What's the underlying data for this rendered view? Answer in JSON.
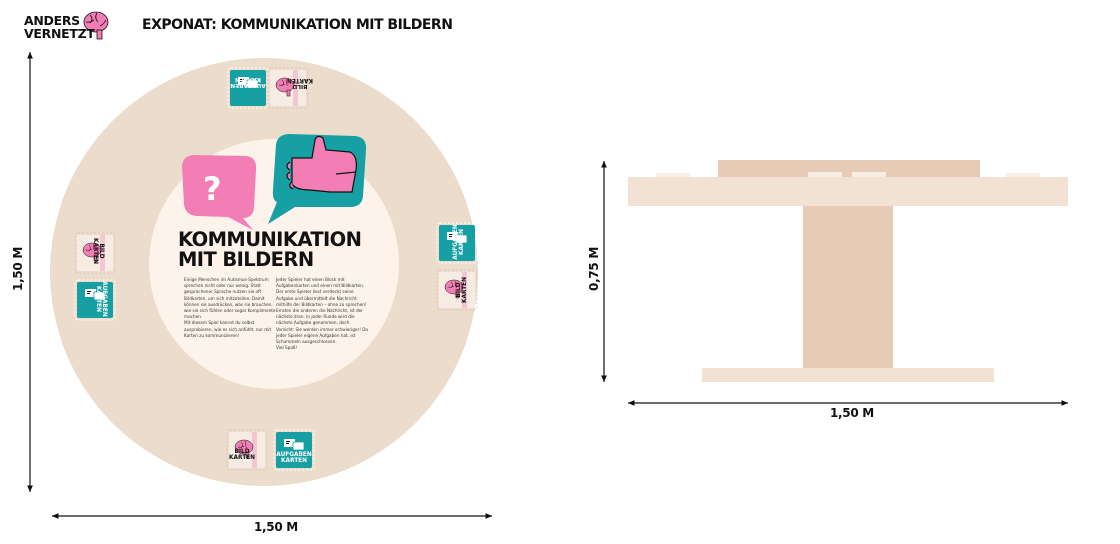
{
  "brand": {
    "line1": "ANDERS",
    "line2": "VERNETZT"
  },
  "title": "EXPONAT: KOMMUNIKATION MIT BILDERN",
  "dimensions": {
    "top_width": "1,50 M",
    "top_height": "1,50 M",
    "side_height": "0,75 M",
    "side_width": "1,50 M"
  },
  "poster": {
    "headline_1": "KOMMUNIKATION",
    "headline_2": "MIT BILDERN",
    "question_mark": "?",
    "text_left": "Einige Menschen im Autismus-Spektrum sprechen nicht oder nur wenig. Statt gesprochener Sprache nutzen sie oft Bildkarten, um sich mitzuteilen. Damit können sie ausdrücken, was sie brauchen, wie sie sich fühlen oder sogar Komplimente machen.\nMit diesem Spiel kannst du selbst ausprobieren, wie es sich anfühlt, nur mit Karten zu kommunizieren!",
    "text_right": "Jeder Spieler hat einen Block mit Aufgabenkarten und einen mit Bildkarten. Der erste Spieler liest verdeckt seine Aufgabe und übermittelt die Nachricht mithilfe der Bildkarten – ohne zu sprechen! Erraten die anderen die Nachricht, ist der nächste dran. In jeder Runde wird die nächste Aufgabe genommen, doch Vorsicht: Sie werden immer schwieriger! Da jeder Spieler eigene Aufgaben hat, ist Schummeln ausgeschlossen.\nViel Spaß!"
  },
  "cards": {
    "aufgaben_1": "AUFGABEN",
    "aufgaben_2": "KARTEN",
    "bild_1": "BILD",
    "bild_2": "KARTEN"
  },
  "colors": {
    "table": "#ecdccc",
    "center": "#fdf3ea",
    "pink": "#f27eb5",
    "teal": "#16a0a4",
    "pillar": "#e7cbb6",
    "ink": "#111111"
  },
  "icons": [
    "brain-logo-icon",
    "speech-bubble-question-icon",
    "speech-bubble-thumbs-up-icon",
    "card-stack-icon",
    "brain-card-icon"
  ]
}
